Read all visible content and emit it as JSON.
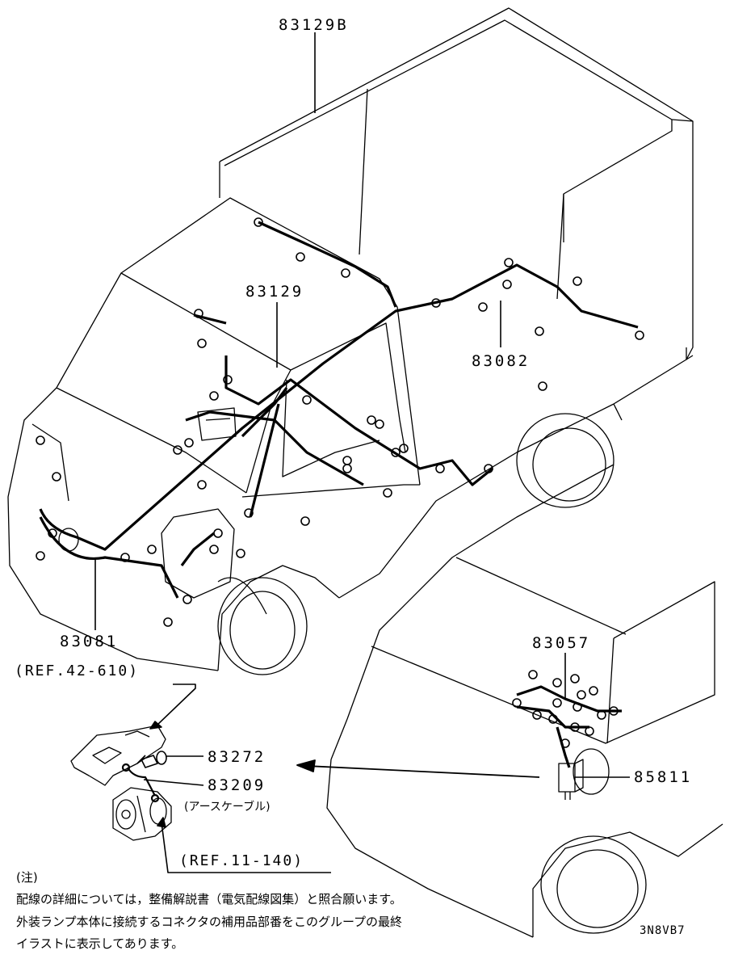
{
  "parts": {
    "p83129B": "83129B",
    "p83129": "83129",
    "p83082": "83082",
    "p83081": "83081",
    "p83057": "83057",
    "p83272": "83272",
    "p83209": "83209",
    "p83209_sub": "(アースケーブル)",
    "p85811": "85811"
  },
  "refs": {
    "ref1": "(REF.42-610)",
    "ref2": "(REF.11-140)"
  },
  "notes": {
    "heading": "(注)",
    "line1": "配線の詳細については，整備解説書（電気配線図集）と照合願います。",
    "line2": "外装ランプ本体に接続するコネクタの補用品部番をこのグループの最終",
    "line3": "イラストに表示してあります。"
  },
  "diagram_code": "3N8VB7",
  "colors": {
    "line": "#000000",
    "background": "#ffffff"
  }
}
